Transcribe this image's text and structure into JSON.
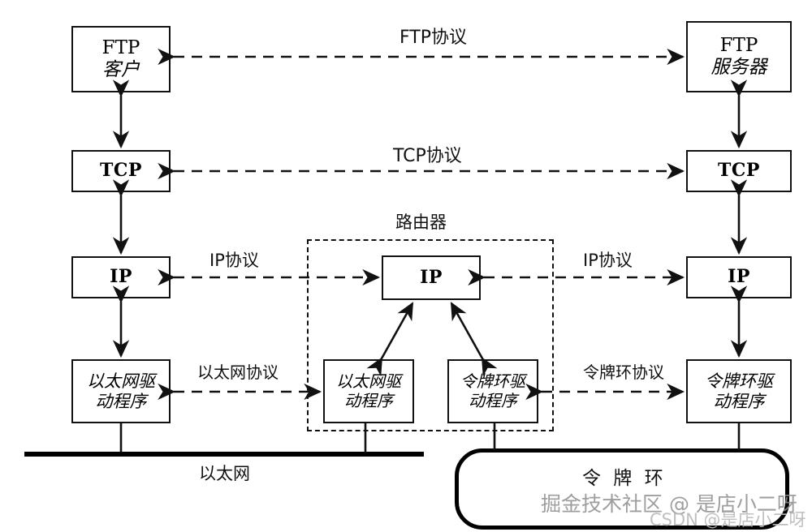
{
  "diagram": {
    "title_visible": false,
    "nodes": {
      "ftp_client": {
        "line1": "FTP",
        "line2": "客户"
      },
      "ftp_server": {
        "line1": "FTP",
        "line2": "服务器"
      },
      "tcp_left": {
        "line1": "TCP"
      },
      "tcp_right": {
        "line1": "TCP"
      },
      "ip_left": {
        "line1": "IP"
      },
      "ip_right": {
        "line1": "IP"
      },
      "ip_router": {
        "line1": "IP"
      },
      "eth_driver_left": {
        "line1": "以太网驱",
        "line2": "动程序"
      },
      "eth_driver_router": {
        "line1": "以太网驱",
        "line2": "动程序"
      },
      "tr_driver_router": {
        "line1": "令牌环驱",
        "line2": "动程序"
      },
      "tr_driver_right": {
        "line1": "令牌环驱",
        "line2": "动程序"
      }
    },
    "protocol_labels": {
      "ftp": "FTP协议",
      "tcp": "TCP协议",
      "ip_left": "IP协议",
      "ip_right": "IP协议",
      "ethernet": "以太网协议",
      "token_ring": "令牌环协议"
    },
    "group_labels": {
      "router": "路由器"
    },
    "media_labels": {
      "ethernet_bus": "以太网",
      "token_ring": "令 牌 环"
    },
    "watermarks": [
      "掘金技术社区 @ 是店小二呀",
      "CSDN @是店小二呀"
    ],
    "colors": {
      "stroke": "#111111",
      "background": "#ffffff",
      "watermark_primary": "#8e8e8e",
      "watermark_secondary": "#b9b9b9"
    }
  }
}
